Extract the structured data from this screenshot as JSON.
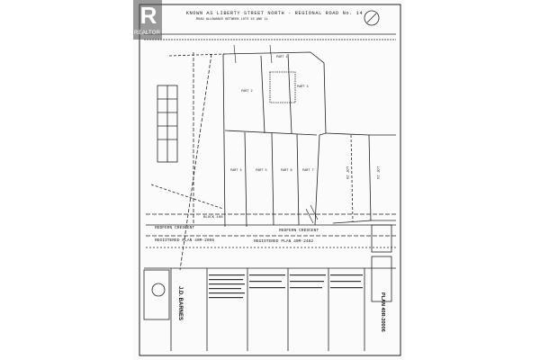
{
  "watermark": {
    "logo_letter": "R",
    "label": "REALTOR"
  },
  "plan": {
    "street_title": "KNOWN AS LIBERTY STREET NORTH - REGIONAL ROAD No. 14",
    "road_allowance_note": "ROAD ALLOWANCE BETWEEN LOTS 10 AND 11",
    "block_label": "BLOCK 108",
    "crescent_left": "REDFERN CRESCENT",
    "crescent_right": "REDFERN CRESCENT",
    "registered_left": "REGISTERED PLAN 40M-2066",
    "registered_right": "REGISTERED PLAN 40M-2482",
    "lot_20": "LOT 20",
    "lot_21": "LOT 21",
    "parts": [
      "PART 1",
      "PART 2",
      "PART 3",
      "PART 4",
      "PART 5",
      "PART 6",
      "PART 7"
    ],
    "firm_name": "J.D. BARNES",
    "plan_number": "PLAN 40R-30006"
  },
  "colors": {
    "ink": "#222222",
    "paper": "#fbfbfb",
    "watermark_bg": "#4a4a4a"
  }
}
